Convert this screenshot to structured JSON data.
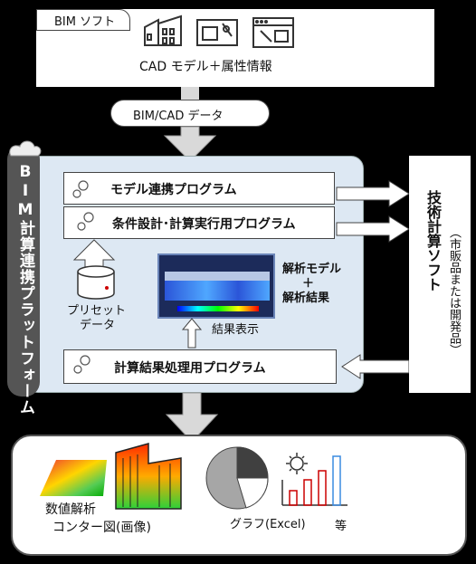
{
  "bim_soft": {
    "tab_label": "BIM ソフト",
    "caption": "CAD モデル＋属性情報"
  },
  "bim_cad_data": "BIM/CAD データ",
  "platform": {
    "label": "BIM計算連携プラットフォーム"
  },
  "programs": {
    "model": "モデル連携プログラム",
    "condition": "条件設計･計算実行用プログラム",
    "result": "計算結果処理用プログラム"
  },
  "preset": {
    "line1": "プリセット",
    "line2": "データ"
  },
  "analysis": {
    "line1": "解析モデル",
    "line2": "＋",
    "line3": "解析結果",
    "display": "結果表示"
  },
  "tech_soft": {
    "label": "技術計算ソフト",
    "note": "（市販品または開発品）"
  },
  "outputs": {
    "contour_line1": "数値解析",
    "contour_line2": "コンター図(画像)",
    "graph": "グラフ(Excel)",
    "etc": "等"
  },
  "colors": {
    "platform_bg": "#dde8f3",
    "black": "#000000",
    "white": "#ffffff",
    "gray_arrow": "#d9d9d9"
  }
}
